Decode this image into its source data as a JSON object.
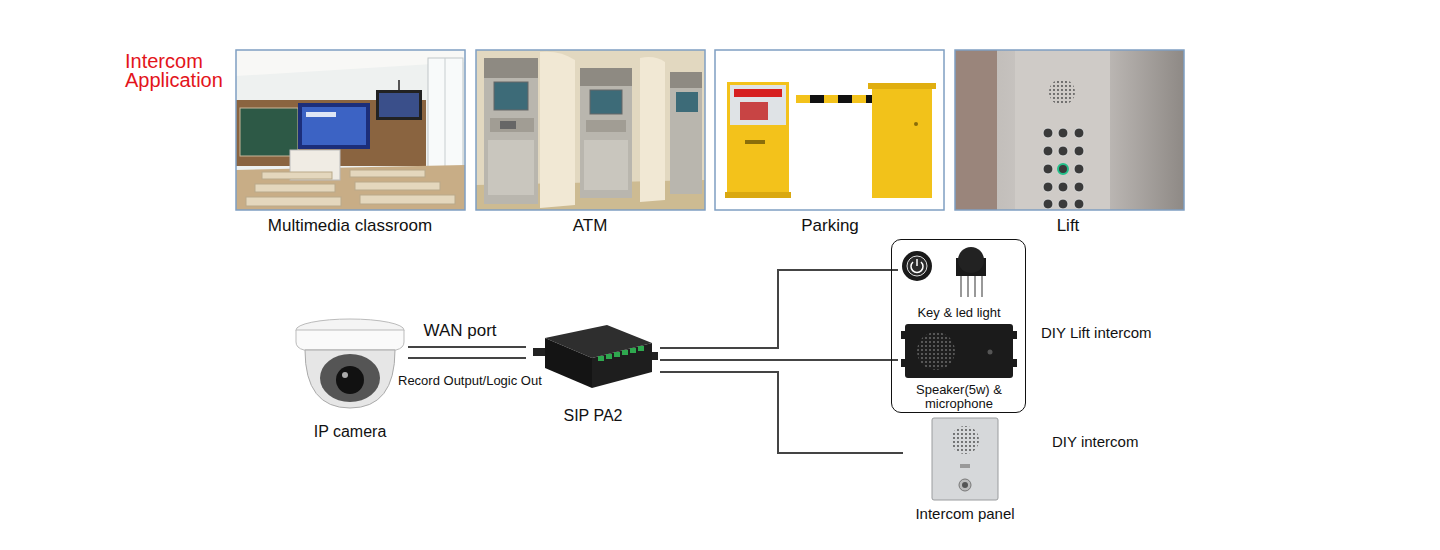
{
  "diagram": {
    "title": "Intercom Application",
    "nodes": [
      {
        "text": [
          "IP camera"
        ]
      },
      {
        "text": [
          "SIP PA2"
        ]
      },
      {
        "text": [
          "DIY Lift intercom"
        ]
      },
      {
        "text": [
          "Key & led light"
        ],
        "in": 2
      },
      {
        "text": [
          "Speaker(5w) & microphone"
        ],
        "in": 2
      },
      {
        "text": [
          "Intercom panel"
        ]
      }
    ],
    "edges": [
      {
        "from": 0,
        "to": 1,
        "label": "WAN port",
        "arrow": "none"
      },
      {
        "from": 0,
        "to": 1,
        "label": "Record Output/Logic Out",
        "arrow": "none"
      },
      {
        "from": 1,
        "to": 3,
        "arrow": "none"
      },
      {
        "from": 1,
        "to": 4,
        "arrow": "none"
      },
      {
        "from": 1,
        "to": 5,
        "arrow": "none"
      }
    ],
    "labels": [
      "Multimedia classroom",
      "ATM",
      "Parking",
      "Lift",
      "DIY intercom"
    ]
  }
}
